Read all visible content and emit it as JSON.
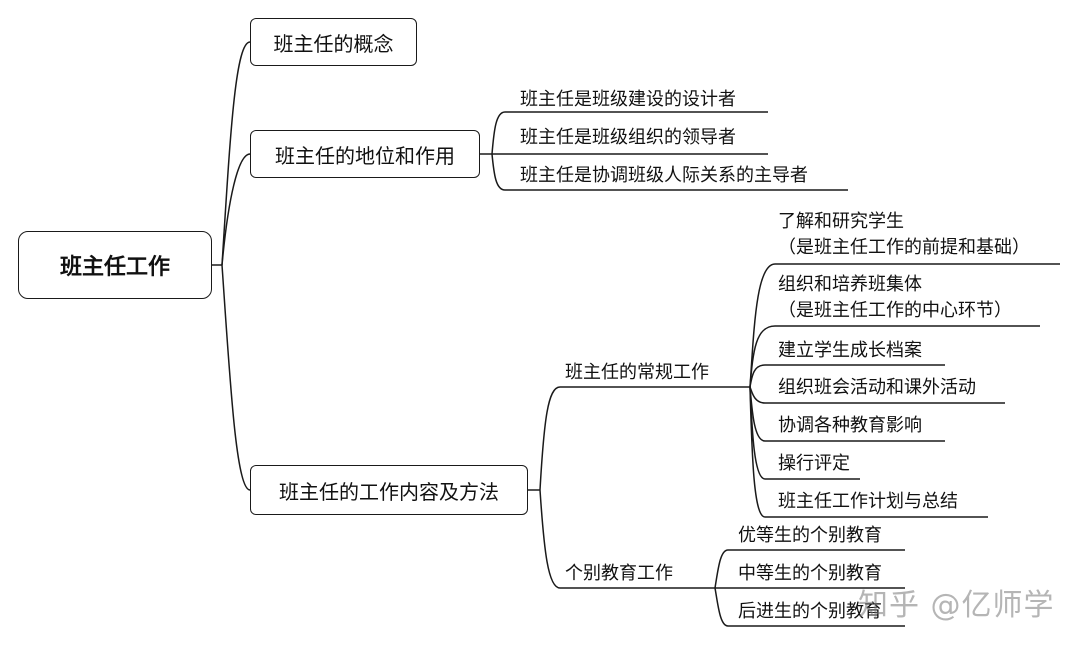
{
  "root": "班主任工作",
  "branches": {
    "b1": "班主任的概念",
    "b2": "班主任的地位和作用",
    "b3": "班主任的工作内容及方法"
  },
  "b2_items": [
    "班主任是班级建设的设计者",
    "班主任是班级组织的领导者",
    "班主任是协调班级人际关系的主导者"
  ],
  "b3_sub": {
    "routine": "班主任的常规工作",
    "individual": "个别教育工作"
  },
  "routine_items": {
    "r1_line1": "了解和研究学生",
    "r1_line2": "（是班主任工作的前提和基础）",
    "r2_line1": "组织和培养班集体",
    "r2_line2": "（是班主任工作的中心环节）",
    "r3": "建立学生成长档案",
    "r4": "组织班会活动和课外活动",
    "r5": "协调各种教育影响",
    "r6": "操行评定",
    "r7": "班主任工作计划与总结"
  },
  "individual_items": [
    "优等生的个别教育",
    "中等生的个别教育",
    "后进生的个别教育"
  ],
  "watermark": "知乎 @亿师学"
}
